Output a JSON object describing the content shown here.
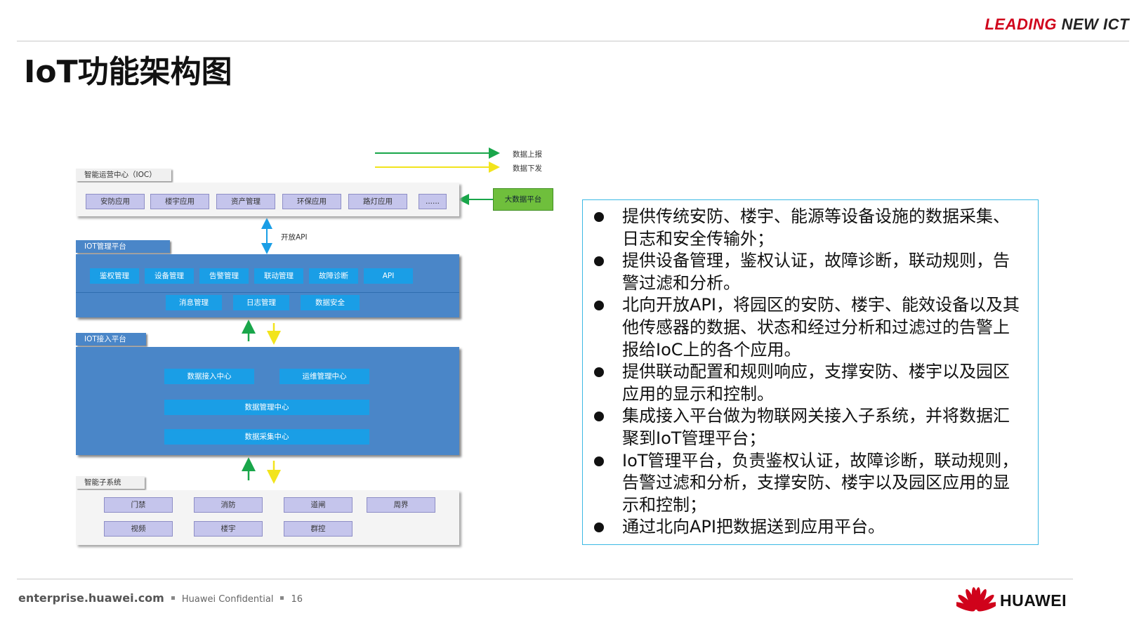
{
  "header": {
    "slogan_part1": "LEADING",
    "slogan_part2": "NEW ICT",
    "title": "IoT功能架构图"
  },
  "diagram": {
    "legend": {
      "upload": "数据上报",
      "download": "数据下发"
    },
    "ioc": {
      "label": "智能运营中心（IOC）",
      "apps": [
        "安防应用",
        "楼宇应用",
        "资产管理",
        "环保应用",
        "路灯应用",
        "......"
      ]
    },
    "big_data": "大数据平台",
    "open_api": "开放API",
    "iot_mgmt": {
      "label": "IOT管理平台",
      "row1": [
        "鉴权管理",
        "设备管理",
        "告警管理",
        "联动管理",
        "故障诊断",
        "API"
      ],
      "row2": [
        "消息管理",
        "日志管理",
        "数据安全"
      ]
    },
    "iot_access": {
      "label": "IOT接入平台",
      "access_center": "数据接入中心",
      "ops_center": "运维管理中心",
      "data_mgmt": "数据管理中心",
      "collect": "数据采集中心"
    },
    "subsystems": {
      "label": "智能子系统",
      "row1": [
        "门禁",
        "消防",
        "道闸",
        "周界"
      ],
      "row2": [
        "视频",
        "楼宇",
        "群控"
      ]
    },
    "colors": {
      "upload_arrow": "#19a64a",
      "download_arrow": "#f2e41c",
      "bidirectional_arrow": "#1a9ee6"
    }
  },
  "bullets": [
    "提供传统安防、楼宇、能源等设备设施的数据采集、日志和安全传输外；",
    "提供设备管理，鉴权认证，故障诊断，联动规则，告警过滤和分析。",
    "北向开放API，将园区的安防、楼宇、能效设备以及其他传感器的数据、状态和经过分析和过滤过的告警上报给IoC上的各个应用。",
    "提供联动配置和规则响应，支撑安防、楼宇以及园区应用的显示和控制。",
    "集成接入平台做为物联网关接入子系统，并将数据汇聚到IoT管理平台；",
    "IoT管理平台，负责鉴权认证，故障诊断，联动规则，告警过滤和分析，支撑安防、楼宇以及园区应用的显示和控制；",
    "通过北向API把数据送到应用平台。"
  ],
  "footer": {
    "site": "enterprise.huawei.com",
    "confidential": "Huawei Confidential",
    "page": "16",
    "logo_text": "HUAWEI"
  }
}
